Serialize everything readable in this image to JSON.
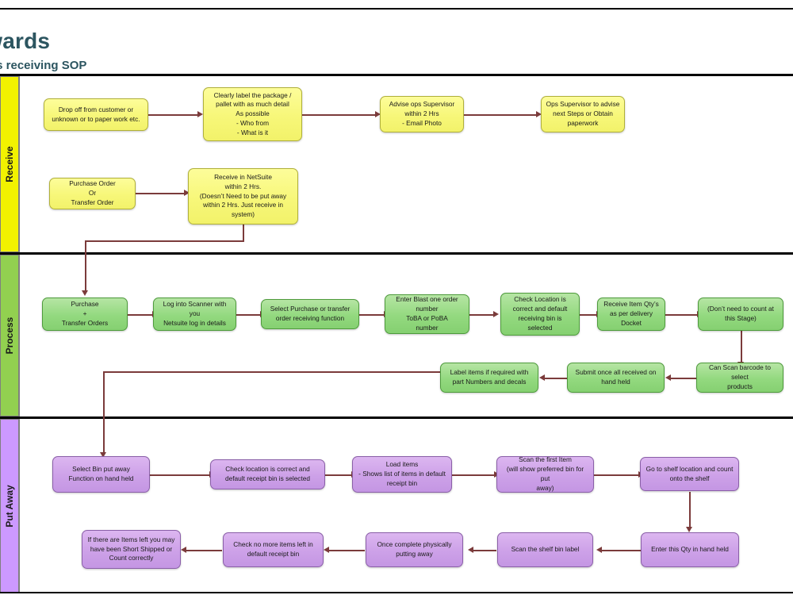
{
  "document": {
    "title": "Inwards",
    "subtitle": "Goods receiving SOP"
  },
  "lanes": [
    {
      "id": "receive",
      "label": "Receive",
      "color": "#F2F200"
    },
    {
      "id": "process",
      "label": "Process",
      "color": "#92D050"
    },
    {
      "id": "putaway",
      "label": "Put Away",
      "color": "#CC99FF"
    }
  ],
  "nodes": {
    "receive": [
      {
        "id": "drop-off",
        "text": "Drop off from customer or\nunknown or to paper work etc."
      },
      {
        "id": "label-package",
        "text": "Clearly label the package /\npallet with as much detail\nAs possible\n- Who from\n- What is it"
      },
      {
        "id": "advise-ops",
        "text": "Advise ops Supervisor\nwithin 2 Hrs\n- Email Photo"
      },
      {
        "id": "ops-next-steps",
        "text": "Ops Supervisor to advise\nnext Steps or Obtain\npaperwork"
      },
      {
        "id": "purchase-order",
        "text": "Purchase Order\nOr\nTransfer Order"
      },
      {
        "id": "receive-netsuite",
        "text": "Receive in NetSuite\nwithin 2 Hrs.\n(Doesn’t Need to be put away\nwithin 2 Hrs. Just receive in\nsystem)"
      }
    ],
    "process": [
      {
        "id": "purchase-transfer-orders",
        "text": "Purchase\n+\nTransfer Orders"
      },
      {
        "id": "log-into-scanner",
        "text": "Log into Scanner with\nyou\nNetsuite log in details"
      },
      {
        "id": "select-receiving-function",
        "text": "Select Purchase or transfer\norder receiving function"
      },
      {
        "id": "enter-blast-order",
        "text": "Enter Blast one order\nnumber\nToBA or PoBA\nnumber"
      },
      {
        "id": "check-location",
        "text": "Check Location is\ncorrect and default\nreceiving bin is\nselected"
      },
      {
        "id": "receive-item-qty",
        "text": "Receive Item Qty’s\nas per delivery\nDocket"
      },
      {
        "id": "dont-count",
        "text": "(Don’t need to count at\nthis Stage)"
      },
      {
        "id": "can-scan-barcode",
        "text": "Can Scan barcode to select\nproducts"
      },
      {
        "id": "submit-once-received",
        "text": "Submit once all received on\nhand held"
      },
      {
        "id": "label-items",
        "text": "Label items if required with\npart Numbers and decals"
      }
    ],
    "putaway": [
      {
        "id": "select-bin-put-away",
        "text": "Select Bin put away\nFunction on hand held"
      },
      {
        "id": "check-location-receipt",
        "text": "Check location is correct and\ndefault receipt bin is selected"
      },
      {
        "id": "load-items",
        "text": "Load items\n- Shows list of items in default\nreceipt bin"
      },
      {
        "id": "scan-first-item",
        "text": "Scan the first Item\n(will show preferred bin for put\naway)"
      },
      {
        "id": "go-to-shelf",
        "text": "Go to shelf location and count\nonto the shelf"
      },
      {
        "id": "enter-qty",
        "text": "Enter this Qty in hand held"
      },
      {
        "id": "scan-shelf-bin-label",
        "text": "Scan the shelf bin label"
      },
      {
        "id": "once-complete",
        "text": "Once complete physically\nputting away"
      },
      {
        "id": "check-no-more-items",
        "text": "Check  no more items left in\ndefault receipt bin"
      },
      {
        "id": "short-shipped",
        "text": "If there are Items left you may\nhave been Short Shipped or\nCount correctly"
      }
    ]
  }
}
